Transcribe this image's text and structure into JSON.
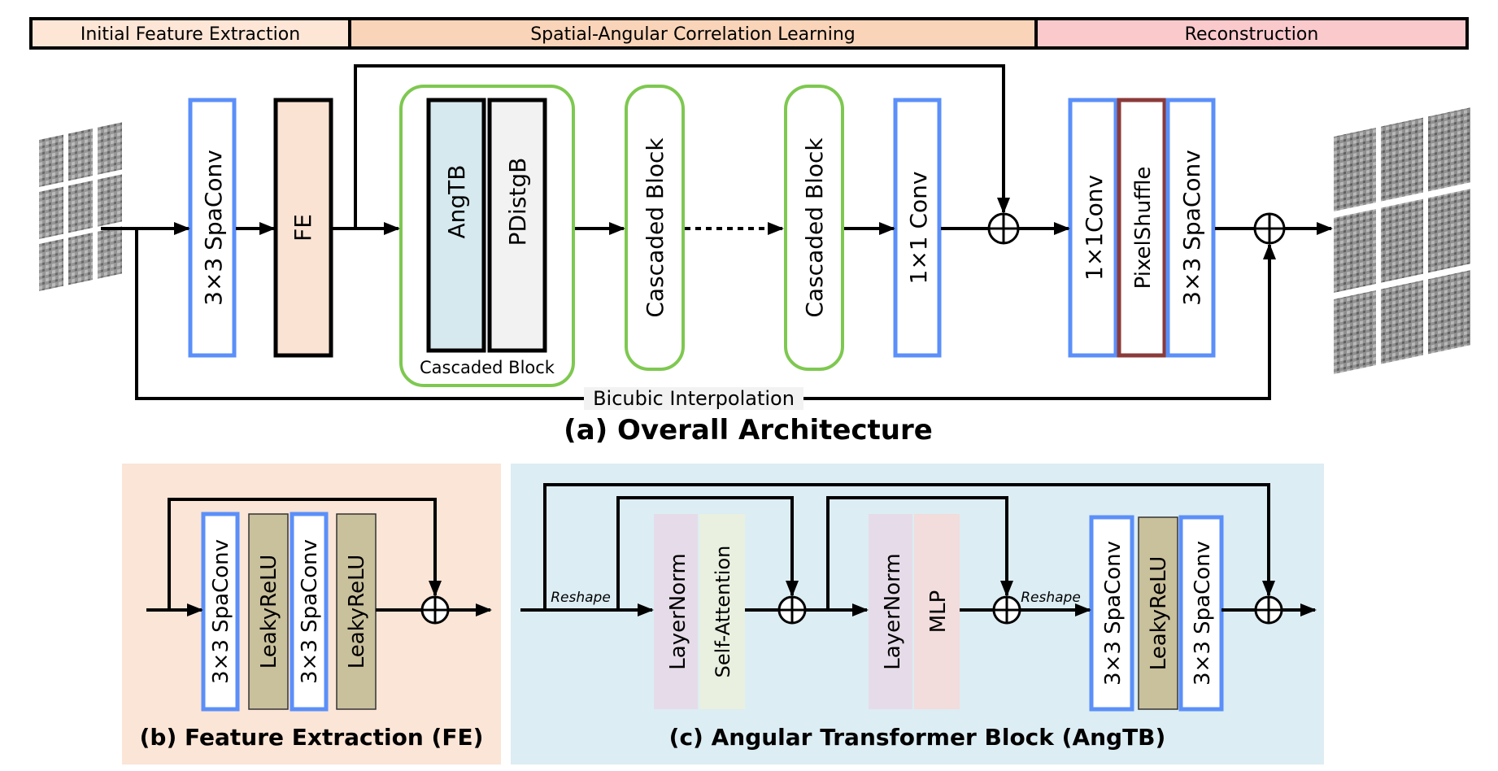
{
  "stages": {
    "initial": "Initial Feature Extraction",
    "correlation": "Spatial-Angular Correlation Learning",
    "reconstruction": "Reconstruction"
  },
  "overall": {
    "spaconv_in": "3×3 SpaConv",
    "fe": "FE",
    "angtb": "AngTB",
    "pdistgb": "PDistgB",
    "cascaded_label": "Cascaded Block",
    "cascaded_block": "Cascaded Block",
    "conv1x1": "1×1 Conv",
    "conv1x1_rec": "1×1Conv",
    "pixelshuffle": "PixelShuffle",
    "spaconv_out": "3×3 SpaConv",
    "bicubic": "Bicubic Interpolation",
    "caption": "(a) Overall Architecture"
  },
  "fe_block": {
    "spaconv": "3×3 SpaConv",
    "leakyrelu": "LeakyReLU",
    "caption": "(b) Feature Extraction (FE)"
  },
  "angtb_block": {
    "reshape": "Reshape",
    "layernorm": "LayerNorm",
    "self_attention": "Self-Attention",
    "mlp": "MLP",
    "spaconv": "3×3 SpaConv",
    "leakyrelu": "LeakyReLU",
    "caption": "(c) Angular Transformer Block (AngTB)"
  },
  "colors": {
    "conv_blue": "#5b8ff9",
    "green": "#7ec850",
    "fe_fill": "#fae3d3",
    "angtb_fill": "#d6e9ee",
    "pdistgb_fill": "#f2f2f2",
    "pixelshuffle_border": "#8b3a3a",
    "leaky_fill": "#c9c09c",
    "layernorm_fill": "#e6dce9",
    "selfatt_fill": "#e9f0e0",
    "mlp_fill": "#f2dcdc",
    "panel_b_bg": "#fbe5d6",
    "panel_c_bg": "#dcedf3",
    "stage1_fill": "#fde6d6",
    "stage2_fill": "#f9d4b8",
    "stage3_fill": "#f9c9cc"
  }
}
